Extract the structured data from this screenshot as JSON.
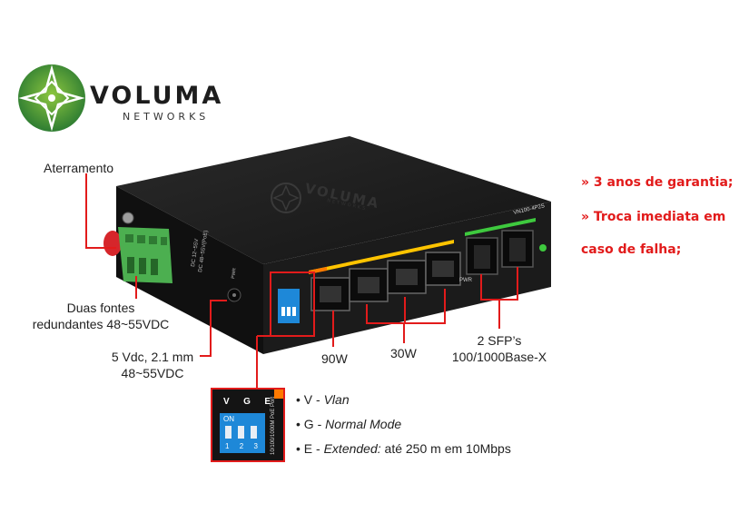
{
  "logo": {
    "name": "VOLUMA",
    "sub": "NETWORKS"
  },
  "product_print": {
    "name": "VOLUMA",
    "sub": "NETWORKS",
    "model": "VN100-4P2S",
    "pwr": "PWR",
    "pwr2": "PWR",
    "dip_caption": "10/100/1000M PoE Port",
    "dip_keys": [
      "V",
      "G",
      "E"
    ],
    "dip_on": "ON",
    "dip_nums": [
      "1",
      "2",
      "3"
    ],
    "dc1": "DC 12~55V",
    "dc2": "DC 48~55V(PoE)"
  },
  "labels": {
    "aterramento": "Aterramento",
    "duas_fontes_1": "Duas fontes",
    "duas_fontes_2": "redundantes 48~55VDC",
    "vdc_1": "5 Vdc, 2.1 mm",
    "vdc_2": "48~55VDC",
    "w90": "90W",
    "w30": "30W",
    "sfp_1": "2 SFP’s",
    "sfp_2": "100/1000Base-X"
  },
  "notes": [
    "» 3 anos de garantia;",
    "» Troca imediata em",
    "caso de falha;"
  ],
  "dip_legend": [
    {
      "key": "V",
      "sep": " - ",
      "desc": "Vlan",
      "extra": ""
    },
    {
      "key": "G",
      "sep": " - ",
      "desc": "Normal Mode",
      "extra": ""
    },
    {
      "key": "E",
      "sep": " - ",
      "desc": "Extended:",
      "extra": " até 250 m em 10Mbps"
    }
  ],
  "colors": {
    "accent_red": "#e21b1b",
    "brand_green": "#3e8e2c",
    "terminal_green": "#4caf50",
    "dip_blue": "#1e88d8",
    "poe_yellow": "#ffc400",
    "body_black": "#1b1b1b"
  }
}
